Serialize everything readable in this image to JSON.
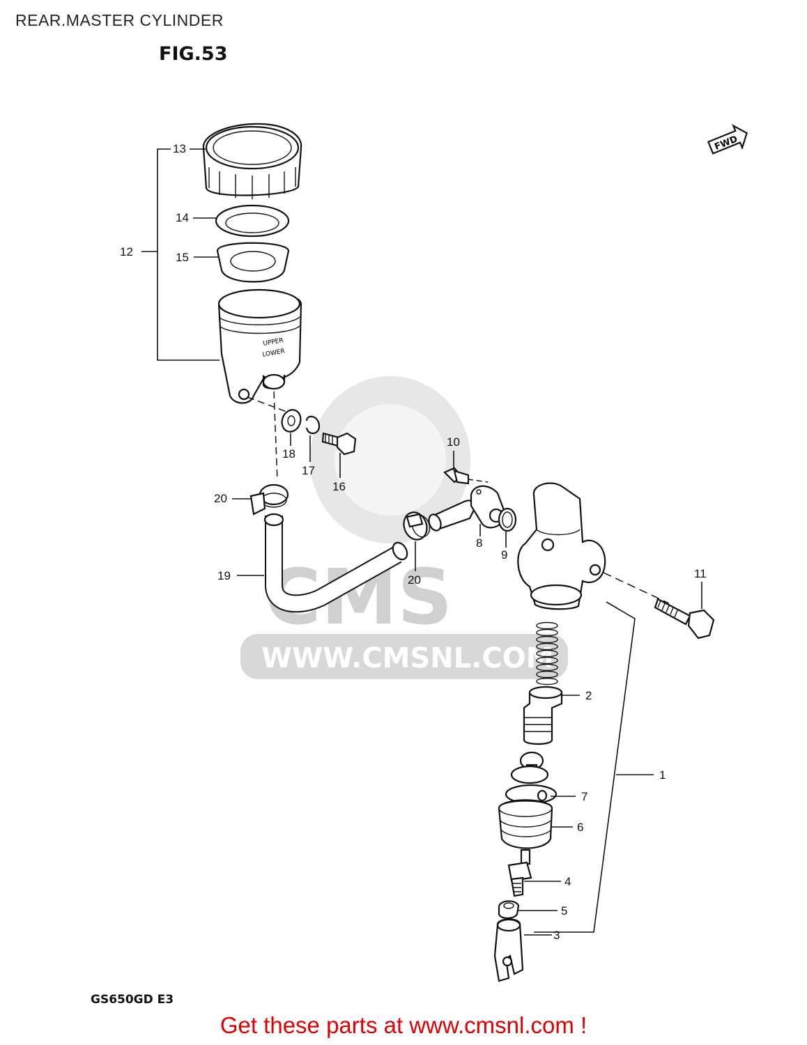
{
  "header": {
    "title": "REAR.MASTER CYLINDER",
    "figure": "FIG.53"
  },
  "watermark": {
    "brand": "CMS",
    "url": "WWW.CMSNL.COM"
  },
  "direction_badge": "FWD",
  "reservoir_marks": {
    "upper": "UPPER",
    "lower": "LOWER"
  },
  "callouts": [
    "1",
    "2",
    "3",
    "4",
    "5",
    "6",
    "7",
    "8",
    "9",
    "10",
    "11",
    "12",
    "13",
    "14",
    "15",
    "16",
    "17",
    "18",
    "19",
    "20",
    "20"
  ],
  "model": "GS650GD E3",
  "footer": {
    "cta": "Get these parts at www.cmsnl.com !",
    "cta_color": "#e00000"
  }
}
